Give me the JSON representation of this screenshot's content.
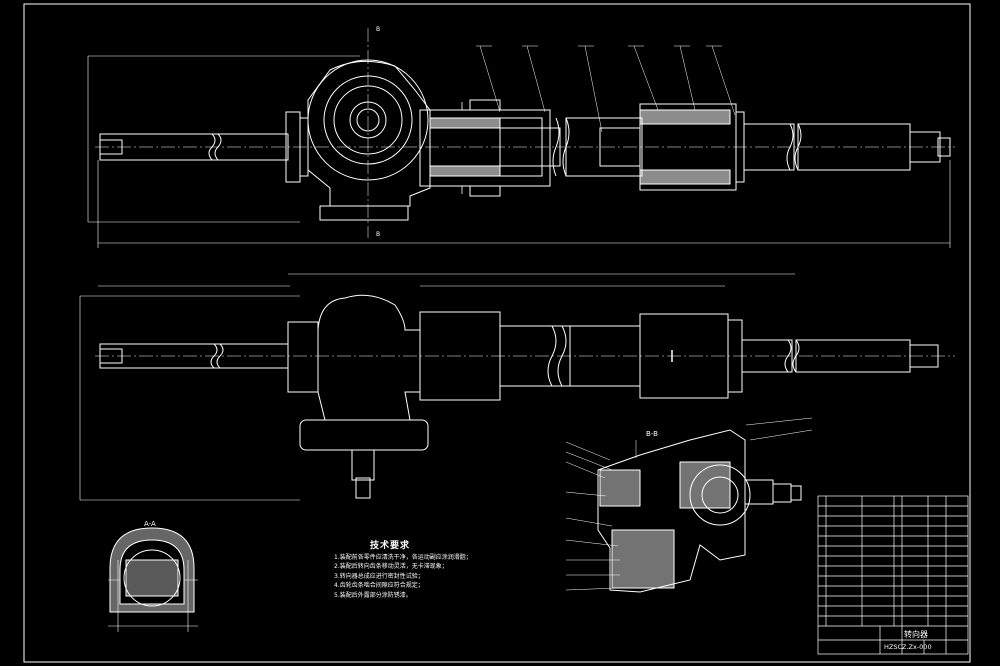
{
  "drawing": {
    "tech_requirements_title": "技术要求",
    "tech_requirements": [
      "1.装配前各零件应清洗干净，各运动副应涂润滑脂；",
      "2.装配后转向齿条移动灵活，无卡滞现象；",
      "3.转向器总成应进行密封性试验；",
      "4.齿轮齿条啮合间隙应符合规定；",
      "5.装配后外露部分涂防锈漆。"
    ],
    "section_labels": [
      "B-B",
      "A-A"
    ],
    "title_block": {
      "name": "转向器",
      "drawing_number": "HZSCZ.Zx-000"
    }
  },
  "colors": {
    "background": "#000000",
    "lines": "#ffffff",
    "hatch": "#ffffff"
  }
}
